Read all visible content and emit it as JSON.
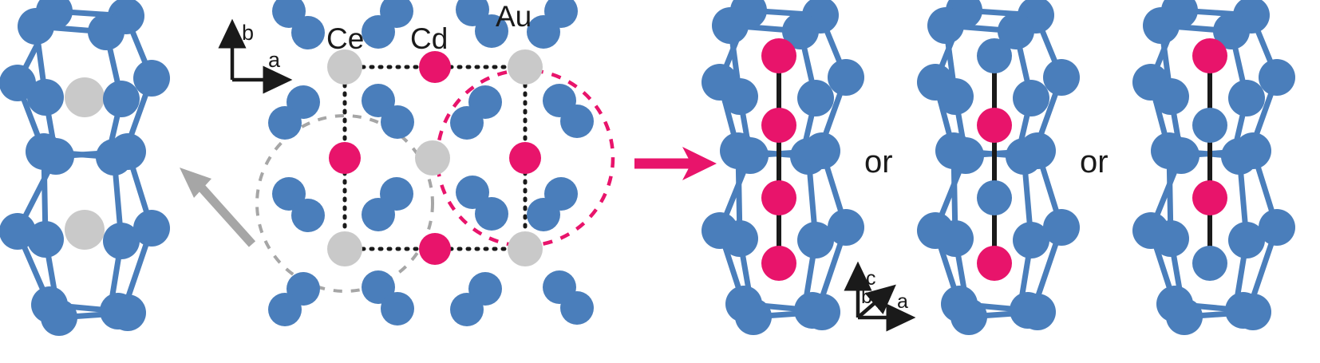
{
  "figure": {
    "type": "crystal-structure-diagram",
    "description": "Au cage framework with Ce and Cd atom ordering variants",
    "background": "#ffffff"
  },
  "colors": {
    "au_blue": "#4a7ebb",
    "au_blue_edge": "#4a7ebb",
    "ce_gray": "#c9c9c9",
    "cd_pink": "#e8146b",
    "arrow_gray": "#a6a6a6",
    "arrow_pink": "#e8146b",
    "bond_black": "#1a1a1a",
    "dotted_black": "#1a1a1a",
    "circle_gray_dashed": "#a6a6a6",
    "circle_pink_dashed": "#e8146b",
    "text": "#1a1a1a"
  },
  "legend": {
    "ce": "Ce",
    "cd": "Cd",
    "au": "Au"
  },
  "axes": {
    "left_triad": {
      "vertical": "b",
      "horizontal": "a"
    },
    "right_triad": {
      "vertical": "c",
      "diagonal": "b",
      "horizontal": "a"
    }
  },
  "connectors": {
    "or_1": "or",
    "or_2": "or"
  },
  "panels": {
    "left_cage": {
      "name": "ce-filled-double-cage",
      "center_atoms": [
        "Ce",
        "Ce"
      ],
      "center_atom_color": "#c9c9c9",
      "cage_atom": "Au",
      "cage_atom_color": "#4a7ebb",
      "cage_count": 2
    },
    "middle_lattice": {
      "name": "ab-plane-lattice",
      "plane": "ab",
      "corner_atom": "Ce",
      "edge_midpoint_atom": "Cd",
      "cluster_atom": "Au",
      "highlight_circles": [
        {
          "color": "#a6a6a6",
          "style": "dashed",
          "target": "Ce-centered cage"
        },
        {
          "color": "#e8146b",
          "style": "dashed",
          "target": "Cd-centered cage"
        }
      ]
    },
    "right_cages": [
      {
        "name": "cage-variant-1",
        "chain": [
          "Cd",
          "Cd",
          "Cd",
          "Cd"
        ],
        "chain_colors": [
          "#e8146b",
          "#e8146b",
          "#e8146b",
          "#e8146b"
        ]
      },
      {
        "name": "cage-variant-2",
        "chain": [
          "Au",
          "Cd",
          "Au",
          "Cd"
        ],
        "chain_colors": [
          "#4a7ebb",
          "#e8146b",
          "#4a7ebb",
          "#e8146b"
        ]
      },
      {
        "name": "cage-variant-3",
        "chain": [
          "Cd",
          "Au",
          "Cd",
          "Au"
        ],
        "chain_colors": [
          "#e8146b",
          "#4a7ebb",
          "#e8146b",
          "#4a7ebb"
        ]
      }
    ]
  },
  "arrows": {
    "gray_arrow": {
      "name": "gray-left-arrow",
      "direction": "up-left",
      "color": "#a6a6a6"
    },
    "pink_arrow": {
      "name": "pink-right-arrow",
      "direction": "right",
      "color": "#e8146b"
    }
  }
}
